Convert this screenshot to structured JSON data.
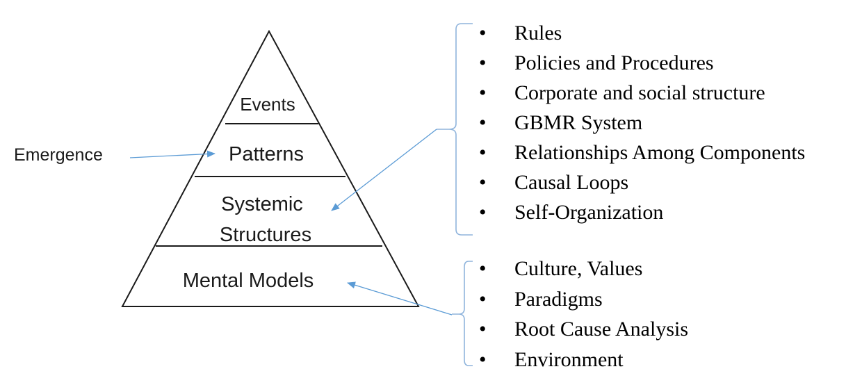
{
  "pyramid": {
    "levels": [
      "Events",
      "Patterns",
      "Systemic Structures",
      "Mental Models"
    ],
    "systemic_lines": [
      "Systemic",
      "Structures"
    ]
  },
  "side_label": "Emergence",
  "structures_list": [
    "Rules",
    "Policies and Procedures",
    "Corporate and social structure",
    "GBMR System",
    "Relationships Among Components",
    "Causal Loops",
    "Self-Organization"
  ],
  "mental_models_list": [
    "Culture, Values",
    "Paradigms",
    "Root Cause Analysis",
    "Environment"
  ],
  "bullet_glyph": "•",
  "colors": {
    "arrow": "#5b9bd5",
    "bracket": "#8fb4dc",
    "outline": "#1a1a1a"
  }
}
